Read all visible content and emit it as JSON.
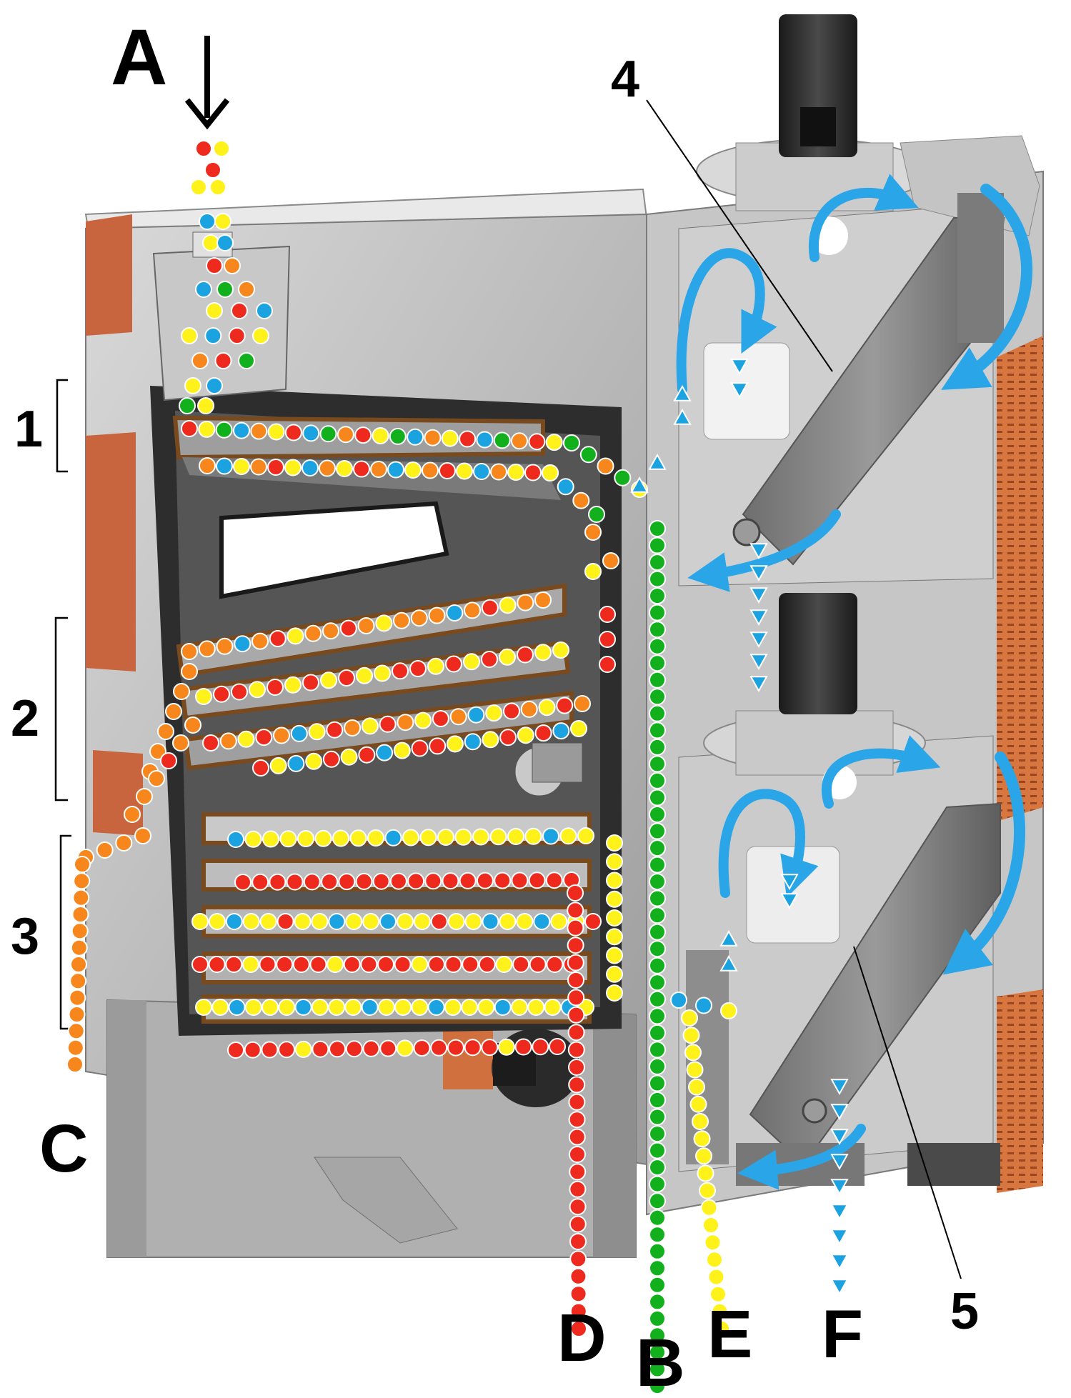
{
  "labels": {
    "inlet": "A",
    "outlet_green": "B",
    "outlet_orange": "C",
    "outlet_red": "D",
    "outlet_yellow": "E",
    "outlet_blue": "F",
    "deck_1": "1",
    "deck_2": "2",
    "deck_3": "3",
    "fan_unit_upper": "4",
    "fan_unit_lower": "5"
  },
  "colors": {
    "red": "#ee2a1e",
    "yellow": "#fff21a",
    "green": "#13b01e",
    "blue": "#1aa3e0",
    "orange": "#f7861c",
    "air_arrow": "#2aa6e8",
    "copper": "#c9653e",
    "steel": "#bdbdbd"
  }
}
